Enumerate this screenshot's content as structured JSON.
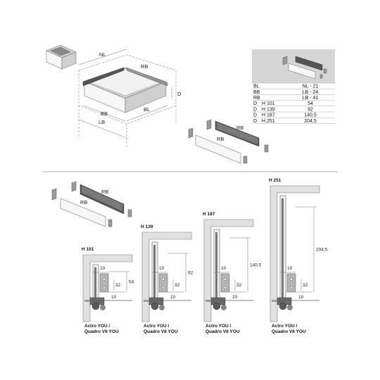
{
  "overview": {
    "dims": {
      "nl": "NL",
      "rb": "RB",
      "bb": "BB",
      "bl": "BL",
      "lb": "LB",
      "d": "D"
    }
  },
  "rails_top": {
    "rb_upper": "RB",
    "rb_lower": "RB"
  },
  "rails_left": {
    "rb_upper": "RB",
    "rb_lower": "RB"
  },
  "table": {
    "rows": [
      {
        "k": "BL",
        "h": "",
        "v": "NL - 21"
      },
      {
        "k": "BB",
        "h": "",
        "v": "LB - 24"
      },
      {
        "k": "RB",
        "h": "",
        "v": "LB - 41"
      },
      {
        "k": "D",
        "h": "H 101",
        "v": "54"
      },
      {
        "k": "D",
        "h": "H 139",
        "v": "92"
      },
      {
        "k": "D",
        "h": "H 187",
        "v": "140,5"
      },
      {
        "k": "D",
        "h": "H 251",
        "v": "204,5"
      }
    ]
  },
  "sections": [
    {
      "title": "H 101",
      "d_value": "54",
      "d10a": "10",
      "d32": "32",
      "d10b": "10",
      "caption1": "Actro YOU /",
      "caption2": "Quadro V6 YOU"
    },
    {
      "title": "H 139",
      "d_value": "92",
      "d10a": "10",
      "d32": "32",
      "d10b": "10",
      "caption1": "Actro YOU /",
      "caption2": "Quadro V6 YOU"
    },
    {
      "title": "H 187",
      "d_value": "140,5",
      "d10a": "10",
      "d32": "32",
      "d10b": "10",
      "caption1": "Actro YOU /",
      "caption2": "Quadro V6 YOU"
    },
    {
      "title": "H 251",
      "d_value": "204,5",
      "d10a": "10",
      "d32": "32",
      "d10b": "10",
      "caption1": "Actro YOU /",
      "caption2": "Quadro V6 YOU"
    }
  ]
}
